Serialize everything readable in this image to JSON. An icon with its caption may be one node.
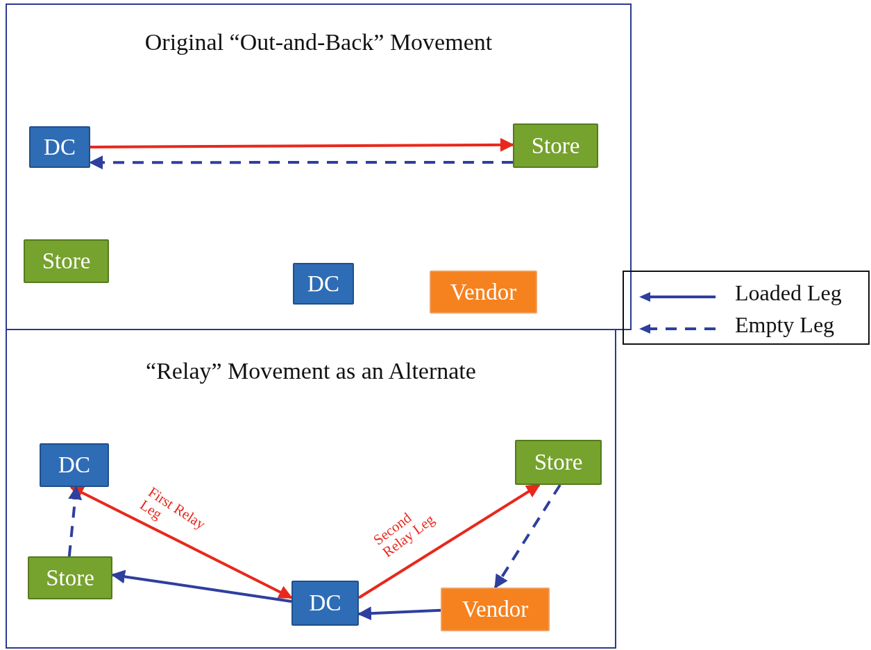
{
  "diagram": {
    "nodes": [
      {
        "text": [
          "Original “Out-and-Back” Movement"
        ]
      },
      {
        "text": [
          "DC"
        ],
        "in": 0
      },
      {
        "text": [
          "Store"
        ],
        "in": 0
      },
      {
        "text": [
          "Store"
        ],
        "in": 0
      },
      {
        "text": [
          "DC"
        ],
        "in": 0
      },
      {
        "text": [
          "Vendor"
        ],
        "in": 0
      },
      {
        "text": [
          "“Relay” Movement as an Alternate"
        ]
      },
      {
        "text": [
          "DC"
        ],
        "in": 6
      },
      {
        "text": [
          "Store"
        ],
        "in": 6
      },
      {
        "text": [
          "Store"
        ],
        "in": 6
      },
      {
        "text": [
          "DC"
        ],
        "in": 6
      },
      {
        "text": [
          "Vendor"
        ],
        "in": 6
      }
    ],
    "edges": [
      {
        "from": 1,
        "to": 2,
        "arrow": "to",
        "color": "#e8281c"
      },
      {
        "from": 2,
        "to": 1,
        "arrow": "to",
        "style": "dashed"
      },
      {
        "from": 10,
        "to": 7,
        "arrow": "both",
        "label": "First Relay Leg",
        "color": "#e8281c"
      },
      {
        "from": 10,
        "to": 8,
        "arrow": "to",
        "label": "Second Relay Leg",
        "color": "#e8281c"
      },
      {
        "from": 9,
        "to": 7,
        "arrow": "to",
        "style": "dashed"
      },
      {
        "from": 10,
        "to": 9,
        "arrow": "to"
      },
      {
        "from": 8,
        "to": 11,
        "arrow": "to",
        "style": "dashed"
      },
      {
        "from": 11,
        "to": 10,
        "arrow": "to"
      }
    ],
    "legend": [
      {
        "text": "Loaded Leg"
      },
      {
        "text": "Empty Leg"
      }
    ]
  }
}
